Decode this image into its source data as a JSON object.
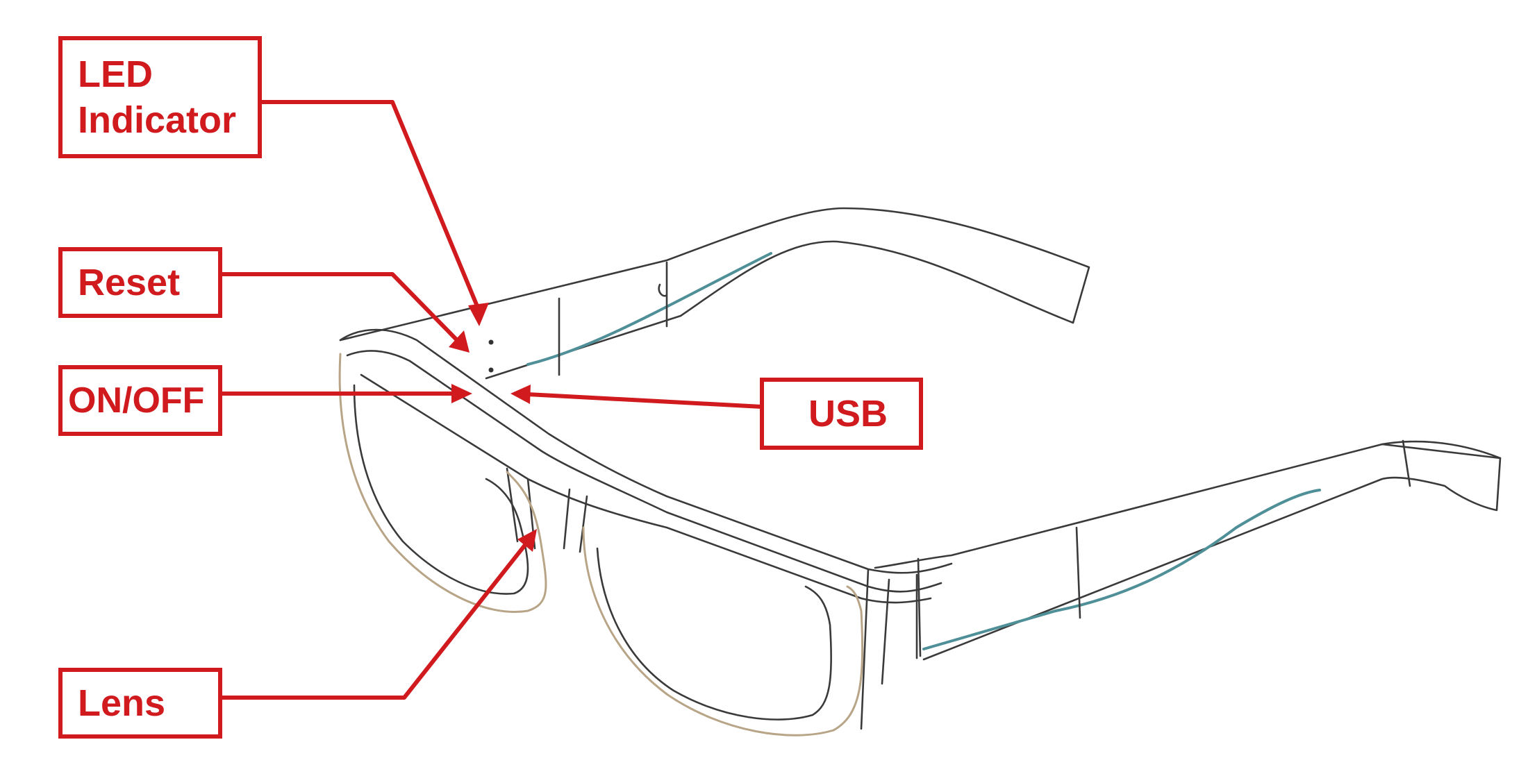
{
  "labels": {
    "led": "LED\nIndicator",
    "reset": "Reset",
    "onoff": "ON/OFF",
    "usb": "USB",
    "lens": "Lens"
  },
  "colors": {
    "callout": "#d01a1e",
    "frame_outline": "#3a3a3a",
    "frame_tan": "#b8a486",
    "frame_teal": "#4f8f97"
  }
}
